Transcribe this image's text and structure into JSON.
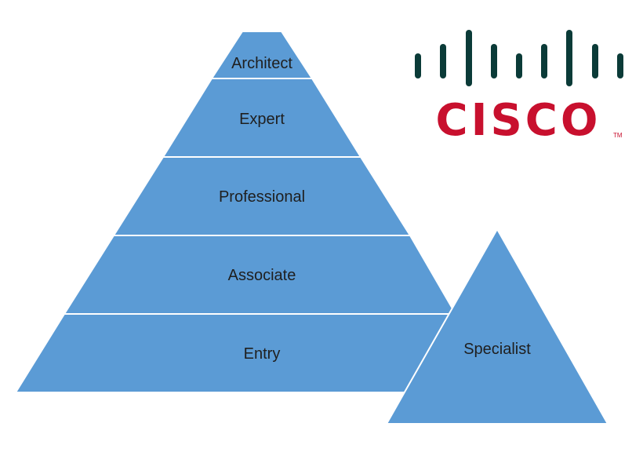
{
  "colors": {
    "tier_fill": "#5b9bd5",
    "tier_stroke": "#ffffff",
    "logo_bars": "#0b3b38",
    "logo_text": "#c8102e",
    "label_text": "#1f1f1f"
  },
  "pyramid": {
    "tiers": [
      {
        "label": "Architect"
      },
      {
        "label": "Expert"
      },
      {
        "label": "Professional"
      },
      {
        "label": "Associate"
      },
      {
        "label": "Entry"
      }
    ]
  },
  "specialist": {
    "label": "Specialist"
  },
  "logo": {
    "brand": "cisco-logo",
    "wordmark": "CISCO",
    "trademark": "TM"
  }
}
